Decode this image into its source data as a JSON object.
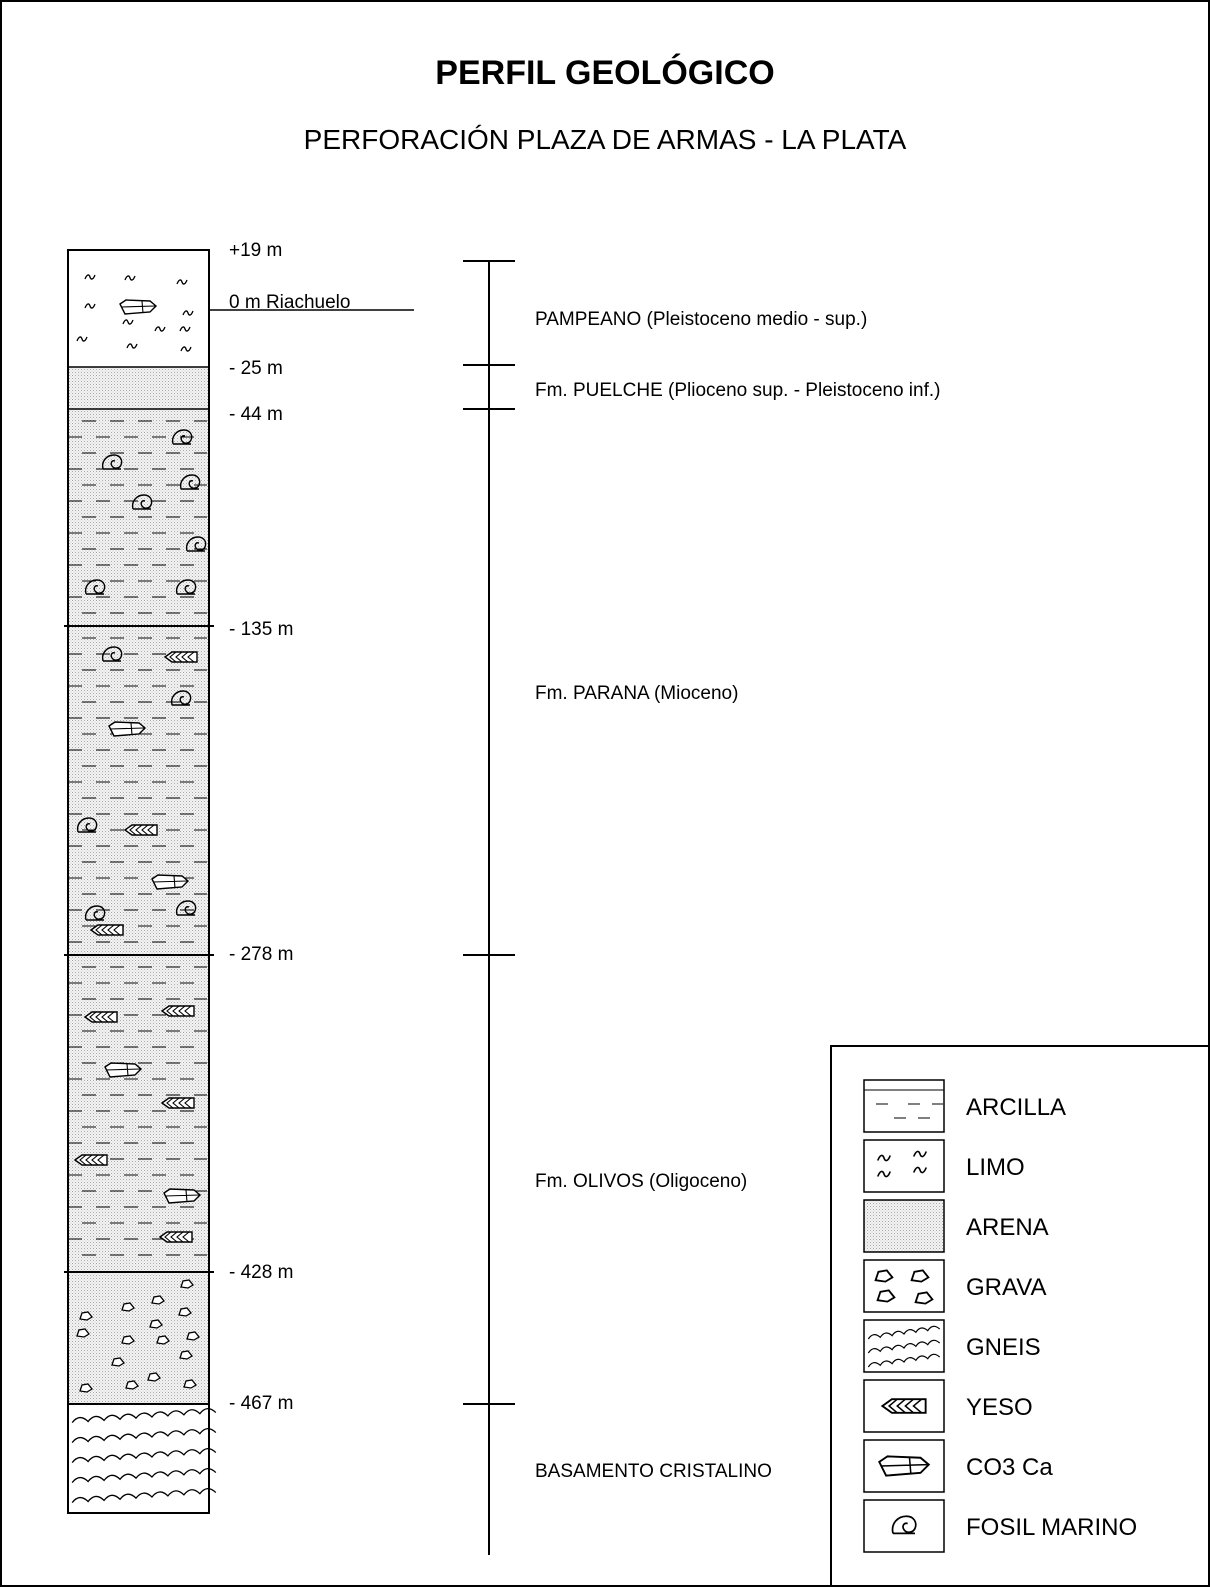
{
  "title": "PERFIL GEOLÓGICO",
  "subtitle": "PERFORACIÓN PLAZA DE ARMAS - LA PLATA",
  "depth_markers": [
    {
      "label": "+19 m",
      "depth_m": 19
    },
    {
      "label": "0 m Riachuelo",
      "depth_m": 0
    },
    {
      "label": "- 25 m",
      "depth_m": -25
    },
    {
      "label": "- 44 m",
      "depth_m": -44
    },
    {
      "label": "- 135 m",
      "depth_m": -135
    },
    {
      "label": "- 278 m",
      "depth_m": -278
    },
    {
      "label": "- 428 m",
      "depth_m": -428
    },
    {
      "label": "- 467 m",
      "depth_m": -467
    }
  ],
  "formations": [
    {
      "name": "PAMPEANO (Pleistoceno medio - sup.)"
    },
    {
      "name": "Fm. PUELCHE (Plioceno sup. - Pleistoceno inf.)"
    },
    {
      "name": "Fm. PARANA (Mioceno)"
    },
    {
      "name": "Fm. OLIVOS (Oligoceno)"
    },
    {
      "name": "BASAMENTO CRISTALINO"
    }
  ],
  "lithology_column": [
    {
      "from_m": 19,
      "to_m": -25,
      "lithology": "LIMO",
      "inclusions": [
        "CO3 Ca"
      ]
    },
    {
      "from_m": -25,
      "to_m": -44,
      "lithology": "ARENA",
      "inclusions": []
    },
    {
      "from_m": -44,
      "to_m": -135,
      "lithology": "ARCILLA",
      "inclusions": [
        "FOSIL MARINO"
      ]
    },
    {
      "from_m": -135,
      "to_m": -278,
      "lithology": "ARCILLA",
      "inclusions": [
        "FOSIL MARINO",
        "YESO",
        "CO3 Ca"
      ]
    },
    {
      "from_m": -278,
      "to_m": -428,
      "lithology": "ARCILLA",
      "inclusions": [
        "YESO",
        "CO3 Ca"
      ]
    },
    {
      "from_m": -428,
      "to_m": -467,
      "lithology": "GRAVA",
      "inclusions": []
    },
    {
      "from_m": -467,
      "to_m": null,
      "lithology": "GNEIS",
      "inclusions": []
    }
  ],
  "legend": [
    {
      "label": "ARCILLA",
      "pattern": "arcilla"
    },
    {
      "label": "LIMO",
      "pattern": "limo"
    },
    {
      "label": "ARENA",
      "pattern": "arena"
    },
    {
      "label": "GRAVA",
      "pattern": "grava"
    },
    {
      "label": "GNEIS",
      "pattern": "gneis"
    },
    {
      "label": "YESO",
      "pattern": "yeso"
    },
    {
      "label": "CO3 Ca",
      "pattern": "co3ca"
    },
    {
      "label": "FOSIL MARINO",
      "pattern": "fosil"
    }
  ]
}
